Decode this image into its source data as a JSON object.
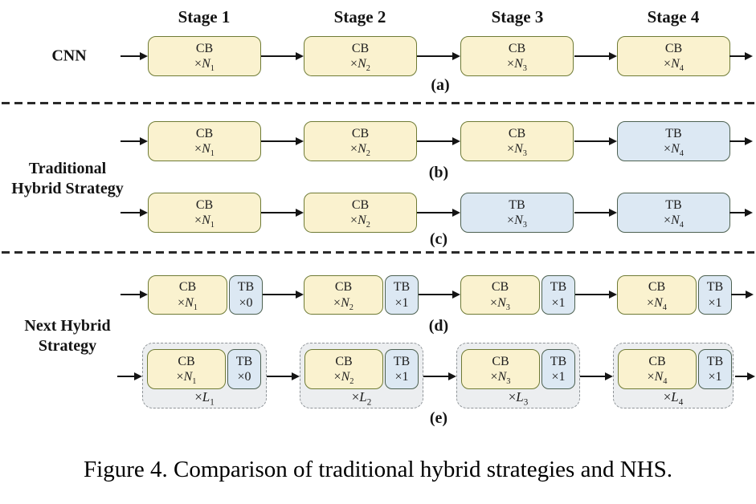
{
  "figure": {
    "stage_headers": [
      "Stage 1",
      "Stage 2",
      "Stage 3",
      "Stage 4"
    ],
    "row_labels": {
      "cnn": "CNN",
      "traditional_line1": "Traditional",
      "traditional_line2": "Hybrid Strategy",
      "next_line1": "Next Hybrid",
      "next_line2": "Strategy"
    },
    "panel_labels": [
      "(a)",
      "(b)",
      "(c)",
      "(d)",
      "(e)"
    ],
    "colors": {
      "conv_fill": "#faf2cf",
      "conv_border": "#6f7b35",
      "trans_fill": "#dce8f3",
      "trans_border": "#4d6151",
      "group_fill": "#eceef0",
      "group_border": "#8f9498",
      "arrow": "#141414"
    },
    "rows": {
      "a": {
        "boxes": [
          {
            "kind": "conv",
            "title": "CB",
            "mult": "×",
            "variable": "N",
            "subscript": "1"
          },
          {
            "kind": "conv",
            "title": "CB",
            "mult": "×",
            "variable": "N",
            "subscript": "2"
          },
          {
            "kind": "conv",
            "title": "CB",
            "mult": "×",
            "variable": "N",
            "subscript": "3"
          },
          {
            "kind": "conv",
            "title": "CB",
            "mult": "×",
            "variable": "N",
            "subscript": "4"
          }
        ]
      },
      "b": {
        "boxes": [
          {
            "kind": "conv",
            "title": "CB",
            "mult": "×",
            "variable": "N",
            "subscript": "1"
          },
          {
            "kind": "conv",
            "title": "CB",
            "mult": "×",
            "variable": "N",
            "subscript": "2"
          },
          {
            "kind": "conv",
            "title": "CB",
            "mult": "×",
            "variable": "N",
            "subscript": "3"
          },
          {
            "kind": "trans",
            "title": "TB",
            "mult": "×",
            "variable": "N",
            "subscript": "4"
          }
        ]
      },
      "c": {
        "boxes": [
          {
            "kind": "conv",
            "title": "CB",
            "mult": "×",
            "variable": "N",
            "subscript": "1"
          },
          {
            "kind": "conv",
            "title": "CB",
            "mult": "×",
            "variable": "N",
            "subscript": "2"
          },
          {
            "kind": "trans",
            "title": "TB",
            "mult": "×",
            "variable": "N",
            "subscript": "3"
          },
          {
            "kind": "trans",
            "title": "TB",
            "mult": "×",
            "variable": "N",
            "subscript": "4"
          }
        ]
      },
      "d": {
        "pairs": [
          {
            "cb": {
              "kind": "conv",
              "title": "CB",
              "mult": "×",
              "variable": "N",
              "subscript": "1"
            },
            "tb": {
              "kind": "trans",
              "title": "TB",
              "mult": "×0",
              "variable": "",
              "subscript": ""
            }
          },
          {
            "cb": {
              "kind": "conv",
              "title": "CB",
              "mult": "×",
              "variable": "N",
              "subscript": "2"
            },
            "tb": {
              "kind": "trans",
              "title": "TB",
              "mult": "×1",
              "variable": "",
              "subscript": ""
            }
          },
          {
            "cb": {
              "kind": "conv",
              "title": "CB",
              "mult": "×",
              "variable": "N",
              "subscript": "3"
            },
            "tb": {
              "kind": "trans",
              "title": "TB",
              "mult": "×1",
              "variable": "",
              "subscript": ""
            }
          },
          {
            "cb": {
              "kind": "conv",
              "title": "CB",
              "mult": "×",
              "variable": "N",
              "subscript": "4"
            },
            "tb": {
              "kind": "trans",
              "title": "TB",
              "mult": "×1",
              "variable": "",
              "subscript": ""
            }
          }
        ]
      },
      "e": {
        "groups": [
          {
            "cb": {
              "kind": "conv",
              "title": "CB",
              "mult": "×",
              "variable": "N",
              "subscript": "1"
            },
            "tb": {
              "kind": "trans",
              "title": "TB",
              "mult": "×0",
              "variable": "",
              "subscript": ""
            },
            "label": {
              "mult": "×",
              "variable": "L",
              "subscript": "1"
            }
          },
          {
            "cb": {
              "kind": "conv",
              "title": "CB",
              "mult": "×",
              "variable": "N",
              "subscript": "2"
            },
            "tb": {
              "kind": "trans",
              "title": "TB",
              "mult": "×1",
              "variable": "",
              "subscript": ""
            },
            "label": {
              "mult": "×",
              "variable": "L",
              "subscript": "2"
            }
          },
          {
            "cb": {
              "kind": "conv",
              "title": "CB",
              "mult": "×",
              "variable": "N",
              "subscript": "3"
            },
            "tb": {
              "kind": "trans",
              "title": "TB",
              "mult": "×1",
              "variable": "",
              "subscript": ""
            },
            "label": {
              "mult": "×",
              "variable": "L",
              "subscript": "3"
            }
          },
          {
            "cb": {
              "kind": "conv",
              "title": "CB",
              "mult": "×",
              "variable": "N",
              "subscript": "4"
            },
            "tb": {
              "kind": "trans",
              "title": "TB",
              "mult": "×1",
              "variable": "",
              "subscript": ""
            },
            "label": {
              "mult": "×",
              "variable": "L",
              "subscript": "4"
            }
          }
        ]
      }
    },
    "caption": "Figure 4. Comparison of traditional hybrid strategies and NHS."
  }
}
